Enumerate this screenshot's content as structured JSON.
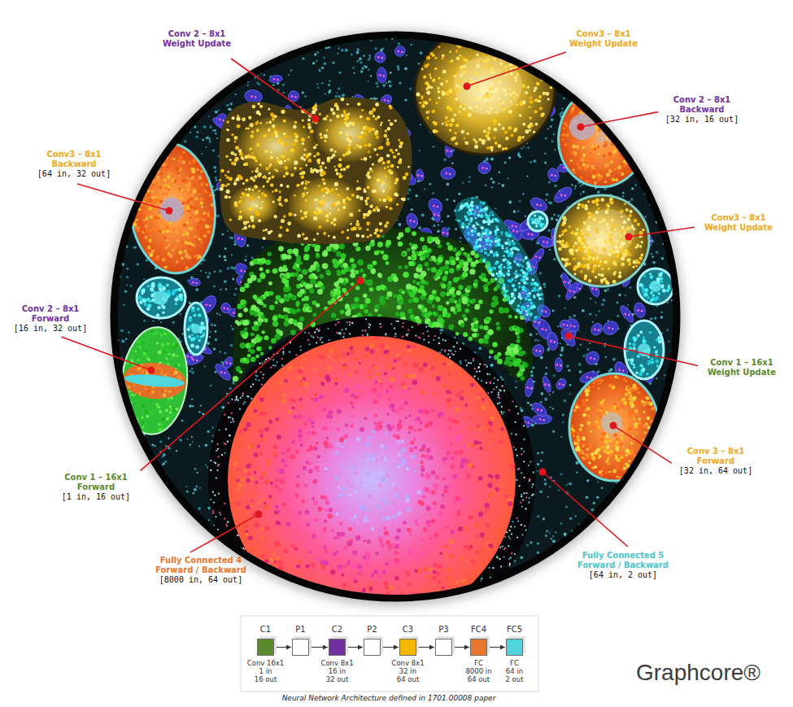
{
  "diagram": {
    "caption": "Neural Network Architecture defined in 1701.00008 paper",
    "nodes": [
      {
        "text": [
          "C1",
          "Conv 16x1",
          "1 in",
          "16 out"
        ]
      },
      {
        "text": [
          "P1"
        ]
      },
      {
        "text": [
          "C2",
          "Conv 8x1",
          "16 in",
          "32 out"
        ]
      },
      {
        "text": [
          "P2"
        ]
      },
      {
        "text": [
          "C3",
          "Conv 8x1",
          "32 in",
          "64 out"
        ]
      },
      {
        "text": [
          "P3"
        ]
      },
      {
        "text": [
          "FC4",
          "FC",
          "8000 in",
          "64 out"
        ]
      },
      {
        "text": [
          "FC5",
          "FC",
          "64 in",
          "2 out"
        ]
      }
    ],
    "edges": [
      {
        "from": 0,
        "to": 1,
        "arrow": "to"
      },
      {
        "from": 1,
        "to": 2,
        "arrow": "to"
      },
      {
        "from": 2,
        "to": 3,
        "arrow": "to"
      },
      {
        "from": 3,
        "to": 4,
        "arrow": "to"
      },
      {
        "from": 4,
        "to": 5,
        "arrow": "to"
      },
      {
        "from": 5,
        "to": 6,
        "arrow": "to"
      },
      {
        "from": 6,
        "to": 7,
        "arrow": "to"
      }
    ],
    "labels": [
      "Conv 2 – 8x1 Weight Update",
      "Conv3 – 8x1 Weight Update",
      "Conv 2 – 8x1 Backward",
      "[32 in, 16 out]",
      "Conv3 – 8x1 Backward",
      "[64 in, 32 out]",
      "Conv3 – 8x1 Weight Update",
      "Conv 2 – 8x1 Forward",
      "[16 in, 32 out]",
      "Conv 1 – 16x1 Weight Update",
      "Conv 3 – 8x1 Forward",
      "[32 in, 64 out]",
      "Conv 1 – 16x1 Forward",
      "[1 in, 16 out]",
      "Fully Connected 4 Forward / Backward",
      "[8000 in, 64 out]",
      "Fully Connected 5 Forward / Backward",
      "[64 in, 2 out]",
      "Graphcore®"
    ]
  }
}
